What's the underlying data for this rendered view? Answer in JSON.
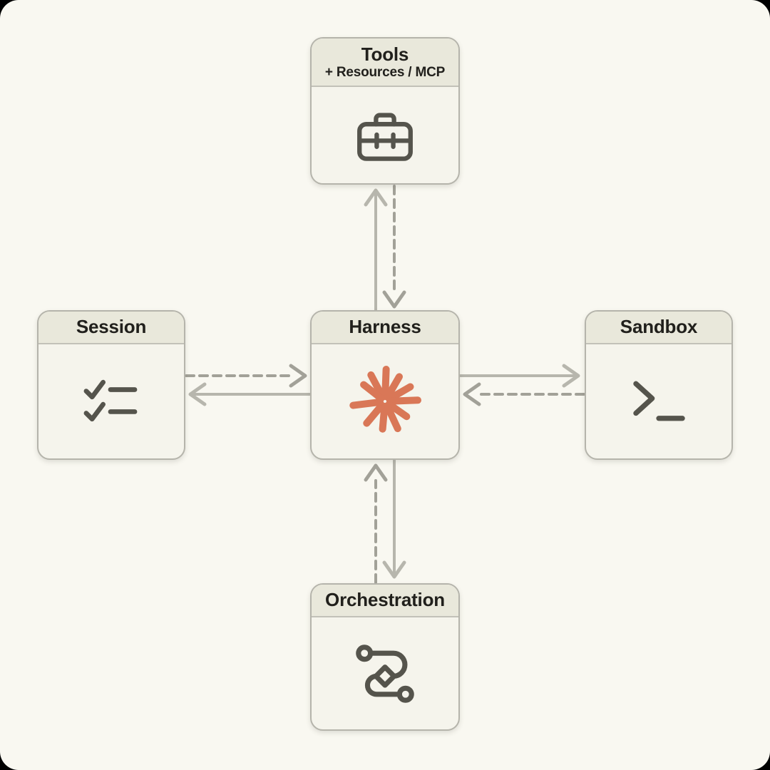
{
  "colors": {
    "canvas_bg": "#f9f8f1",
    "frame_bg": "#000000",
    "box_header_bg": "#e9e8db",
    "box_body_bg": "#f5f4ec",
    "box_border": "#b5b4ab",
    "title_text": "#21201c",
    "icon_gray": "#55544c",
    "accent_orange": "#d97757",
    "arrow_solid": "#b7b6ad",
    "arrow_dashed": "#a2a198"
  },
  "nodes": {
    "tools": {
      "title": "Tools",
      "subtitle": "+ Resources / MCP",
      "icon": "toolbox-icon"
    },
    "session": {
      "title": "Session",
      "icon": "checklist-icon"
    },
    "harness": {
      "title": "Harness",
      "icon": "claude-starburst-icon"
    },
    "sandbox": {
      "title": "Sandbox",
      "icon": "terminal-prompt-icon"
    },
    "orchestration": {
      "title": "Orchestration",
      "icon": "route-icon"
    }
  },
  "connections": [
    {
      "from": "harness",
      "to": "tools",
      "style": "solid",
      "direction": "up"
    },
    {
      "from": "tools",
      "to": "harness",
      "style": "dashed",
      "direction": "down"
    },
    {
      "from": "session",
      "to": "harness",
      "style": "dashed",
      "direction": "right"
    },
    {
      "from": "harness",
      "to": "session",
      "style": "solid",
      "direction": "left"
    },
    {
      "from": "harness",
      "to": "sandbox",
      "style": "solid",
      "direction": "right"
    },
    {
      "from": "sandbox",
      "to": "harness",
      "style": "dashed",
      "direction": "left"
    },
    {
      "from": "orchestration",
      "to": "harness",
      "style": "dashed",
      "direction": "up"
    },
    {
      "from": "harness",
      "to": "orchestration",
      "style": "solid",
      "direction": "down"
    }
  ]
}
